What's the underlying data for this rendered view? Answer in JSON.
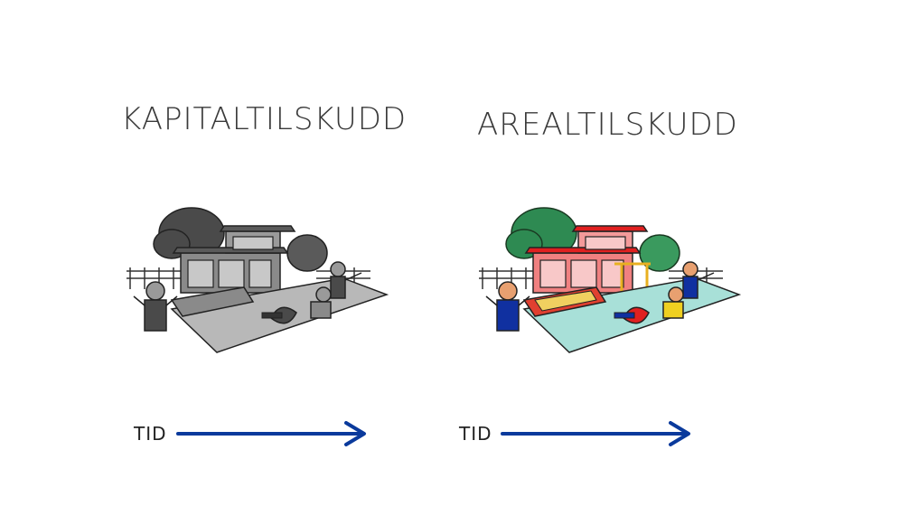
{
  "panels": [
    {
      "title": "KAPITALTILSKUDD",
      "time_label": "TID",
      "style": "grayscale"
    },
    {
      "title": "AREALTILSKUDD",
      "time_label": "TID",
      "style": "color"
    }
  ],
  "colors": {
    "arrow": "#0a3a9c",
    "text": "#3a3a3a",
    "building_color": "#f08080",
    "roof_color": "#e02020",
    "tree_color": "#2e8a52",
    "ground_color": "#a8e0d8",
    "sandbox_color": "#e04030",
    "kid_blue": "#1030a0",
    "kid_yellow": "#f0d020",
    "gray_dark": "#4a4a4a",
    "gray_mid": "#8a8a8a",
    "gray_light": "#c8c8c8"
  }
}
